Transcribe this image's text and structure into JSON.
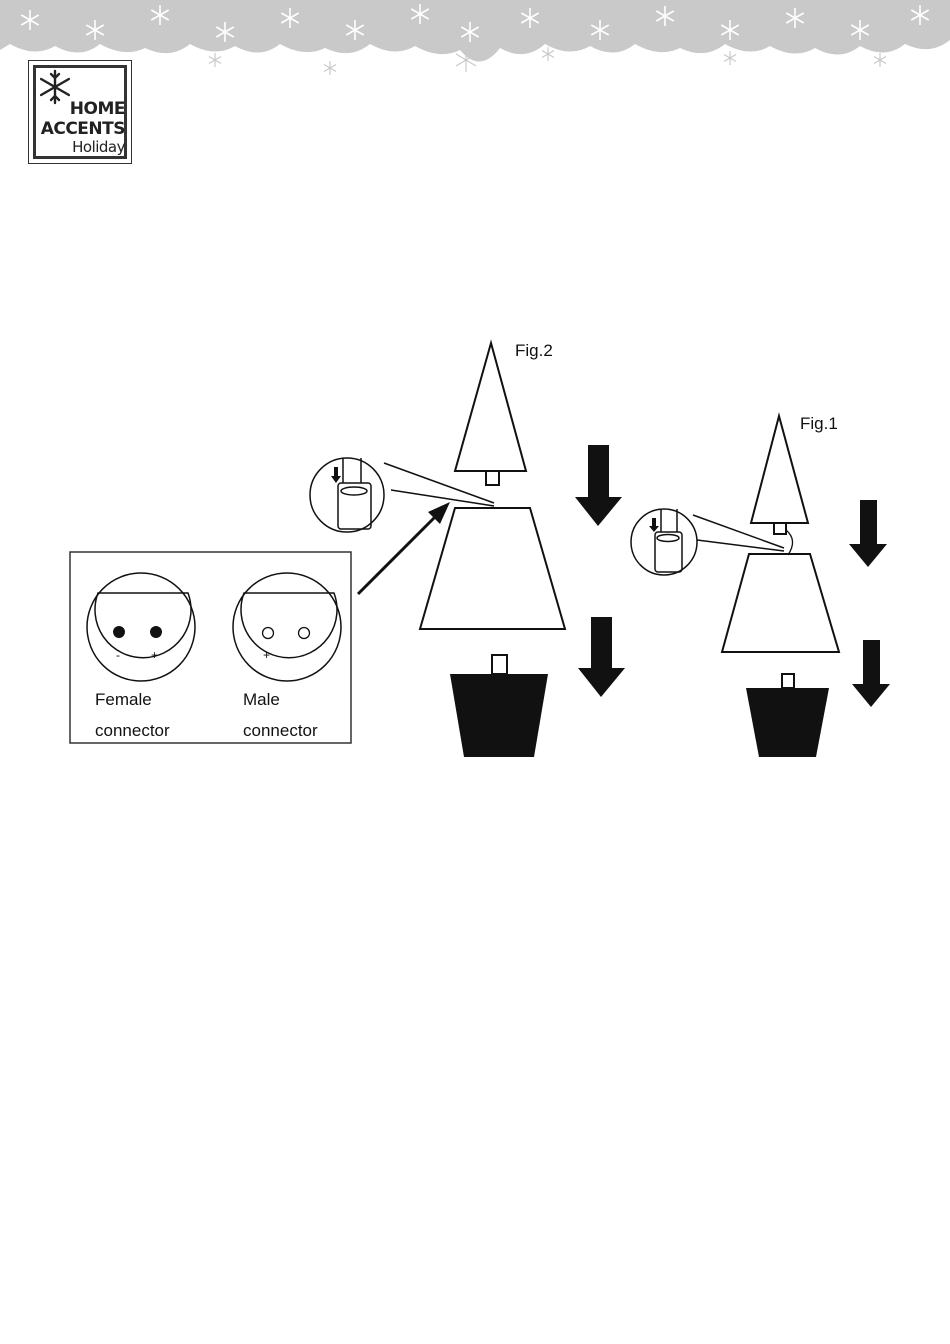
{
  "logo": {
    "line1": "HOME",
    "line2": "ACCENTS",
    "line3": "Holiday",
    "icon": "snowflake-icon"
  },
  "figures": {
    "fig1_label": "Fig.1",
    "fig2_label": "Fig.2"
  },
  "connectors": {
    "female": {
      "line1": "Female",
      "line2": "connector",
      "pin_left": "-",
      "pin_right": "+"
    },
    "male": {
      "line1": "Male",
      "line2": "connector",
      "pin_left": "+",
      "pin_right": "-"
    }
  },
  "colors": {
    "ink": "#111111",
    "banner_gray": "#c9c9c9"
  }
}
